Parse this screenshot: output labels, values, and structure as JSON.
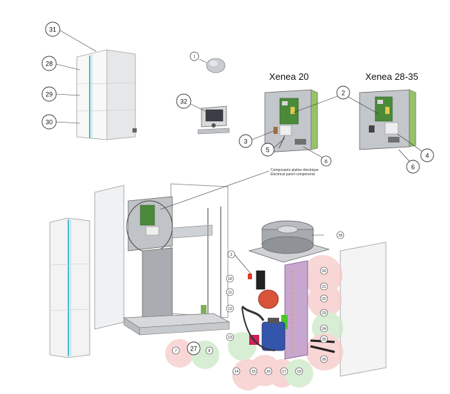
{
  "headings": {
    "xenea20": "Xenea 20",
    "xenea2835": "Xenea 28-35"
  },
  "callout_text": {
    "line1": "Composants platine électrique",
    "line2": "Electrical panel components"
  },
  "part_numbers": {
    "p31": "31",
    "p28": "28",
    "p29": "29",
    "p30": "30",
    "p1": "1",
    "p32": "32",
    "p2a": "2",
    "p3": "3",
    "p5": "5",
    "p6a": "6",
    "p2b": "2",
    "p4": "4",
    "p6b": "6",
    "p7": "7",
    "p27": "27",
    "p8": "8",
    "p2c": "2",
    "p10": "10",
    "p11": "11",
    "p12": "12",
    "p13": "13",
    "p14": "14",
    "p15": "15",
    "p16": "16",
    "p17": "17",
    "p18": "18",
    "p19": "19",
    "p20": "20",
    "p21": "21",
    "p22": "22",
    "p23": "23",
    "p24": "24",
    "p25": "25",
    "p26": "26"
  },
  "colors": {
    "line": "#333333",
    "panel_gray": "#b9bcc0",
    "panel_light": "#e9eaec",
    "pcb_green": "#4a8a3a",
    "accent_cyan": "#4db8c8",
    "purple_panel": "#c7a7cf",
    "compressor_blue": "#3355aa",
    "red_vessel": "#d9533a",
    "halo_red": "#f6c9c9",
    "halo_green": "#cbe9c6"
  },
  "icons": {
    "controller": "room-controller-icon",
    "sensor": "outdoor-sensor-icon"
  }
}
